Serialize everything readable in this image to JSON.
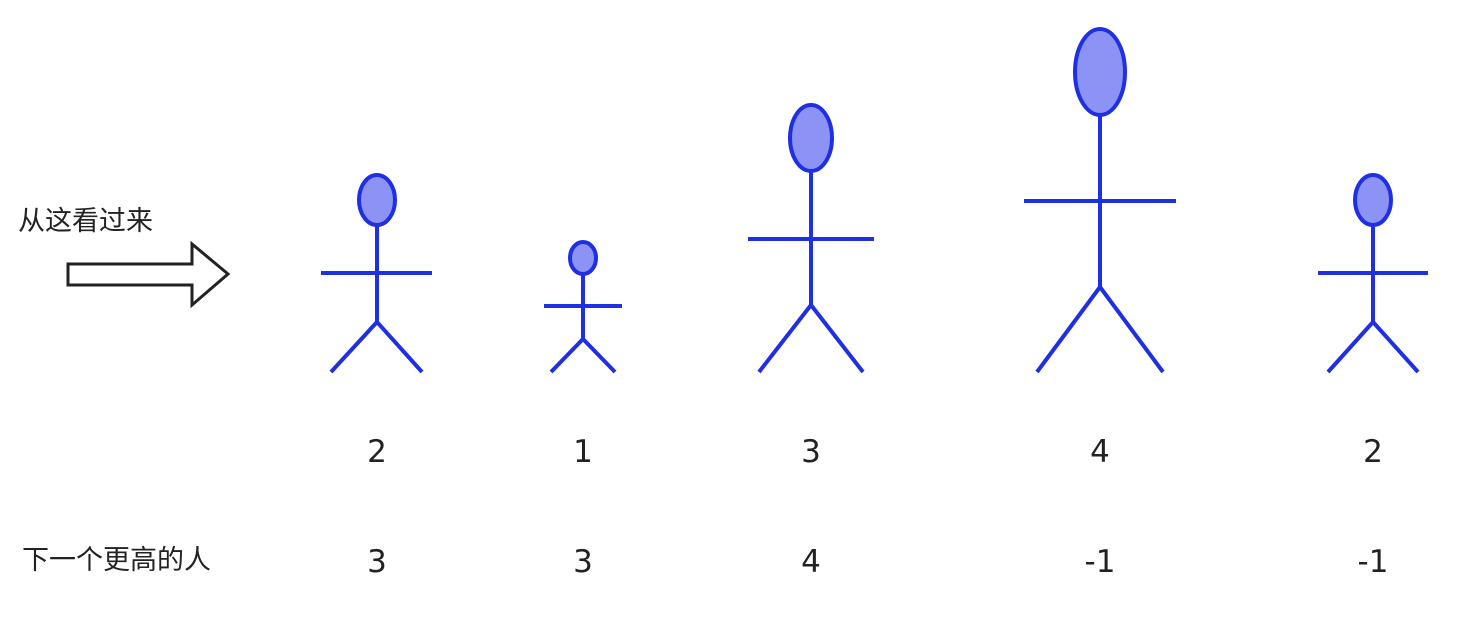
{
  "direction_label": "从这看过来",
  "row_label": "下一个更高的人",
  "people": [
    {
      "height": "2",
      "next_taller": "3"
    },
    {
      "height": "1",
      "next_taller": "3"
    },
    {
      "height": "3",
      "next_taller": "4"
    },
    {
      "height": "4",
      "next_taller": "-1"
    },
    {
      "height": "2",
      "next_taller": "-1"
    }
  ],
  "colors": {
    "figure_stroke": "#1f2fe3",
    "head_fill": "#8d93f5",
    "arrow_stroke": "#222222",
    "text": "#222222"
  },
  "icons": {
    "arrow": "right-arrow-icon",
    "person": "stick-figure-icon"
  }
}
